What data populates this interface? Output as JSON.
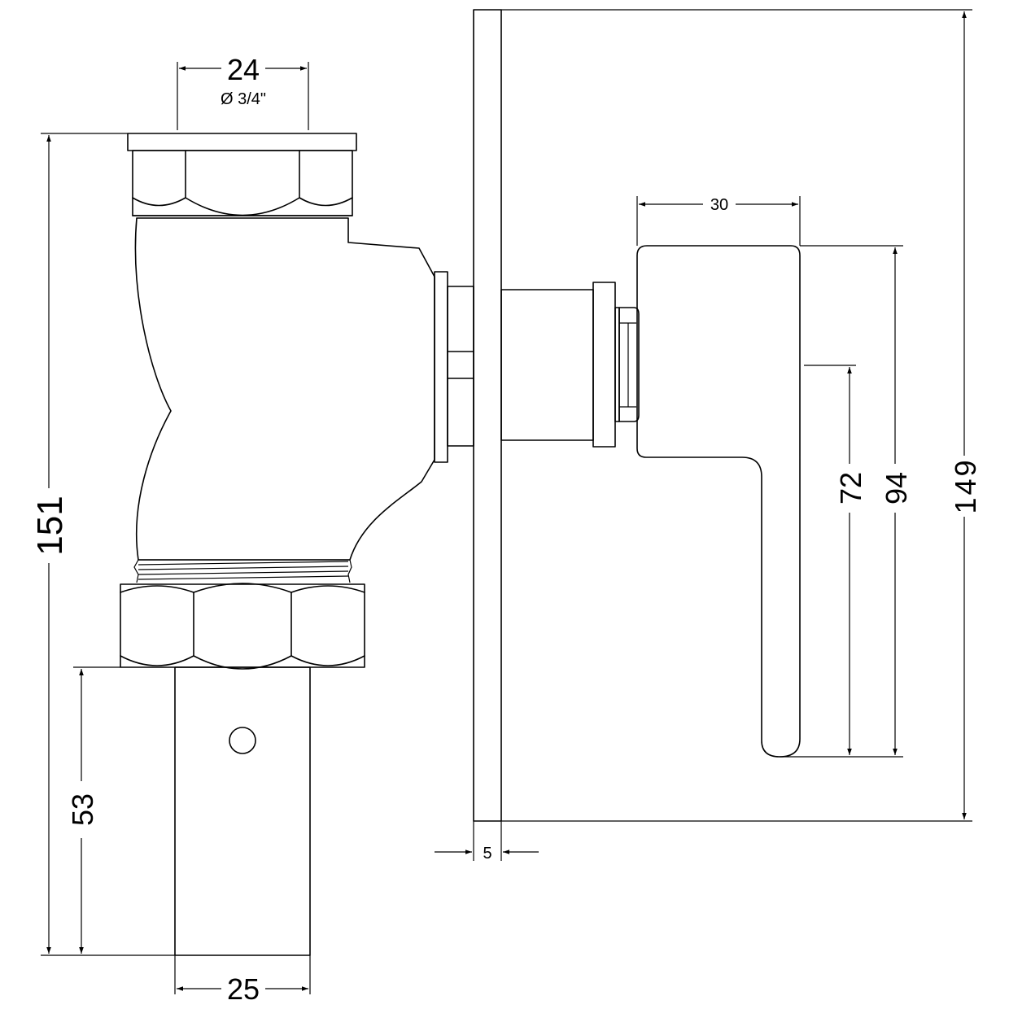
{
  "colors": {
    "line": "#000000",
    "background": "#ffffff"
  },
  "dimensions": {
    "inlet_width": "24",
    "inlet_thread": "Ø 3/4\"",
    "total_height_left": "151",
    "outlet_length": "53",
    "outlet_width": "25",
    "plate_thickness": "5",
    "lever_width": "30",
    "lever_height_inner": "72",
    "lever_height_outer": "94",
    "plate_height": "149"
  }
}
